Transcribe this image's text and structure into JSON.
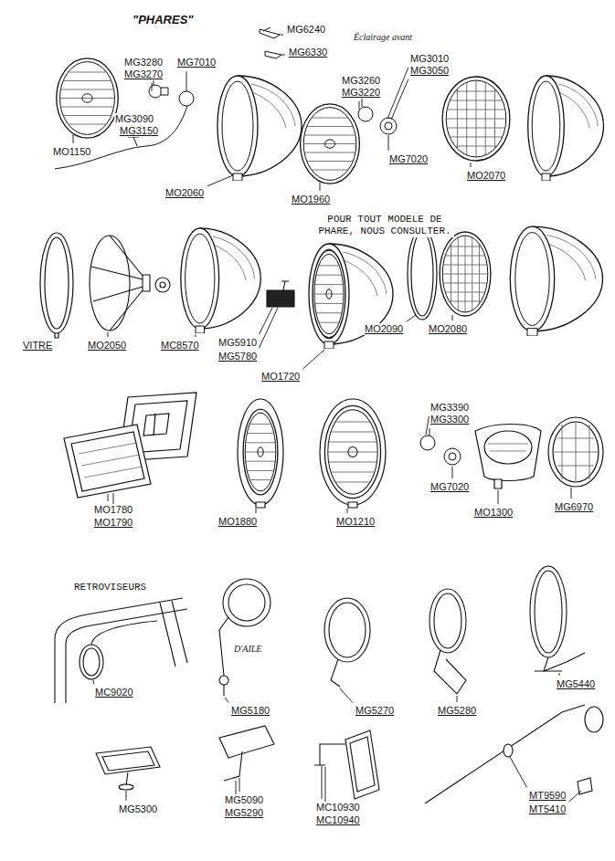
{
  "diagram": {
    "title": "\"PHARES\"",
    "labels": [
      "MG6240",
      "MG6330",
      "Éclairage avant",
      "MG3280",
      "MG3270",
      "MG7010",
      "MG3010",
      "MG3050",
      "MG3260",
      "MG3220",
      "MG3090",
      "MG3150",
      "MO1150",
      "MG7020",
      "MO2070",
      "MO2060",
      "MO1960",
      "POUR TOUT MODELE DE PHARE, NOUS CONSULTER.",
      "VITRE",
      "MO2050",
      "MC8570",
      "MG5910",
      "MG5780",
      "MO1720",
      "MO2090",
      "MO2080",
      "MG3390",
      "MG3300",
      "MO1780",
      "MO1790",
      "MO1880",
      "MO1210",
      "MG7020",
      "MO1300",
      "MG6970",
      "RETROVISEURS",
      "D'AILE",
      "MC9020",
      "MG5180",
      "MG5270",
      "MG5280",
      "MG5440",
      "MG5300",
      "MG5090",
      "MG5290",
      "MC10930",
      "MC10940",
      "MT9590",
      "MT5410"
    ]
  }
}
